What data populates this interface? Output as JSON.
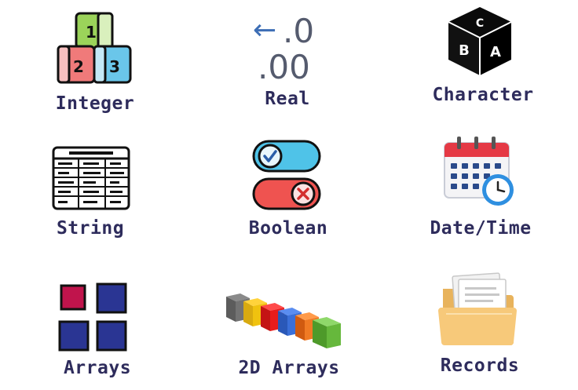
{
  "tiles": {
    "integer": {
      "label": "Integer",
      "digits": [
        "1",
        "2",
        "3"
      ]
    },
    "real": {
      "label": "Real",
      "top_value": ".0",
      "bottom_value": ".00",
      "arrow": "←"
    },
    "character": {
      "label": "Character",
      "letters": [
        "C",
        "B",
        "A"
      ]
    },
    "string": {
      "label": "String"
    },
    "boolean": {
      "label": "Boolean"
    },
    "datetime": {
      "label": "Date/Time"
    },
    "arrays": {
      "label": "Arrays"
    },
    "arrays2d": {
      "label": "2D Arrays"
    },
    "records": {
      "label": "Records"
    }
  },
  "colors": {
    "label": "#2e2c5c",
    "navy_block": "#2a3593",
    "red_block": "#c0144c",
    "green_block": "#9bd35a",
    "pink_block": "#f07a7a",
    "blue_block": "#6ac6ea",
    "toggle_on": "#4fc3e8",
    "toggle_off": "#ef5350",
    "folder": "#f7c97a"
  },
  "icons": {
    "integer": "numbered-blocks-icon",
    "real": "decimal-shift-icon",
    "character": "letter-dice-icon",
    "string": "table-grid-icon",
    "boolean": "toggle-switches-icon",
    "datetime": "calendar-clock-icon",
    "arrays": "square-grid-icon",
    "arrays2d": "cube-row-icon",
    "records": "folder-documents-icon"
  }
}
